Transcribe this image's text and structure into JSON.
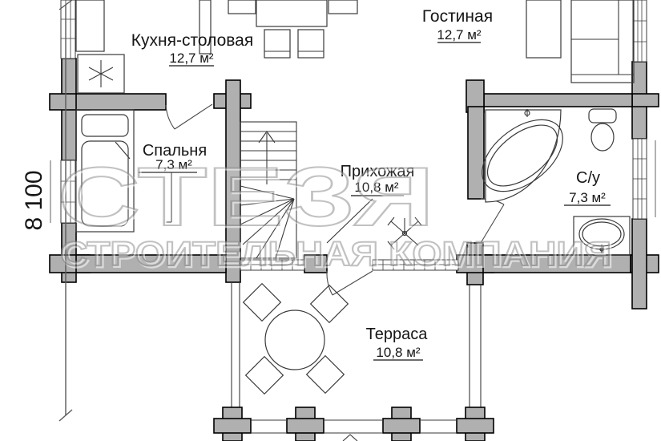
{
  "plan": {
    "dimension_left": "8 100",
    "rooms": [
      {
        "id": "kitchen-dining",
        "name": "Кухня-столовая",
        "area": "12,7 м²"
      },
      {
        "id": "living-room",
        "name": "Гостиная",
        "area": "12,7 м²"
      },
      {
        "id": "bedroom",
        "name": "Спальня",
        "area": "7,3 м²"
      },
      {
        "id": "hallway",
        "name": "Прихожая",
        "area": "10,8 м²"
      },
      {
        "id": "bathroom",
        "name": "С/у",
        "area": "7,3 м²"
      },
      {
        "id": "terrace",
        "name": "Терраса",
        "area": "10,8 м²"
      }
    ],
    "watermark": {
      "line1": "СТЕЗЯ",
      "line2": "СТРОИТЕЛЬНАЯ КОМПАНИЯ"
    },
    "icons": {
      "stove": "stove-asterisk-icon",
      "fan": "fan-icon",
      "stairs_arrow": "stairs-up-arrow-icon"
    },
    "colors": {
      "background": "#ffffff",
      "wall_fill": "#b0b0b0",
      "line": "#1c1c1c",
      "watermark": "#8f8f8f"
    }
  }
}
